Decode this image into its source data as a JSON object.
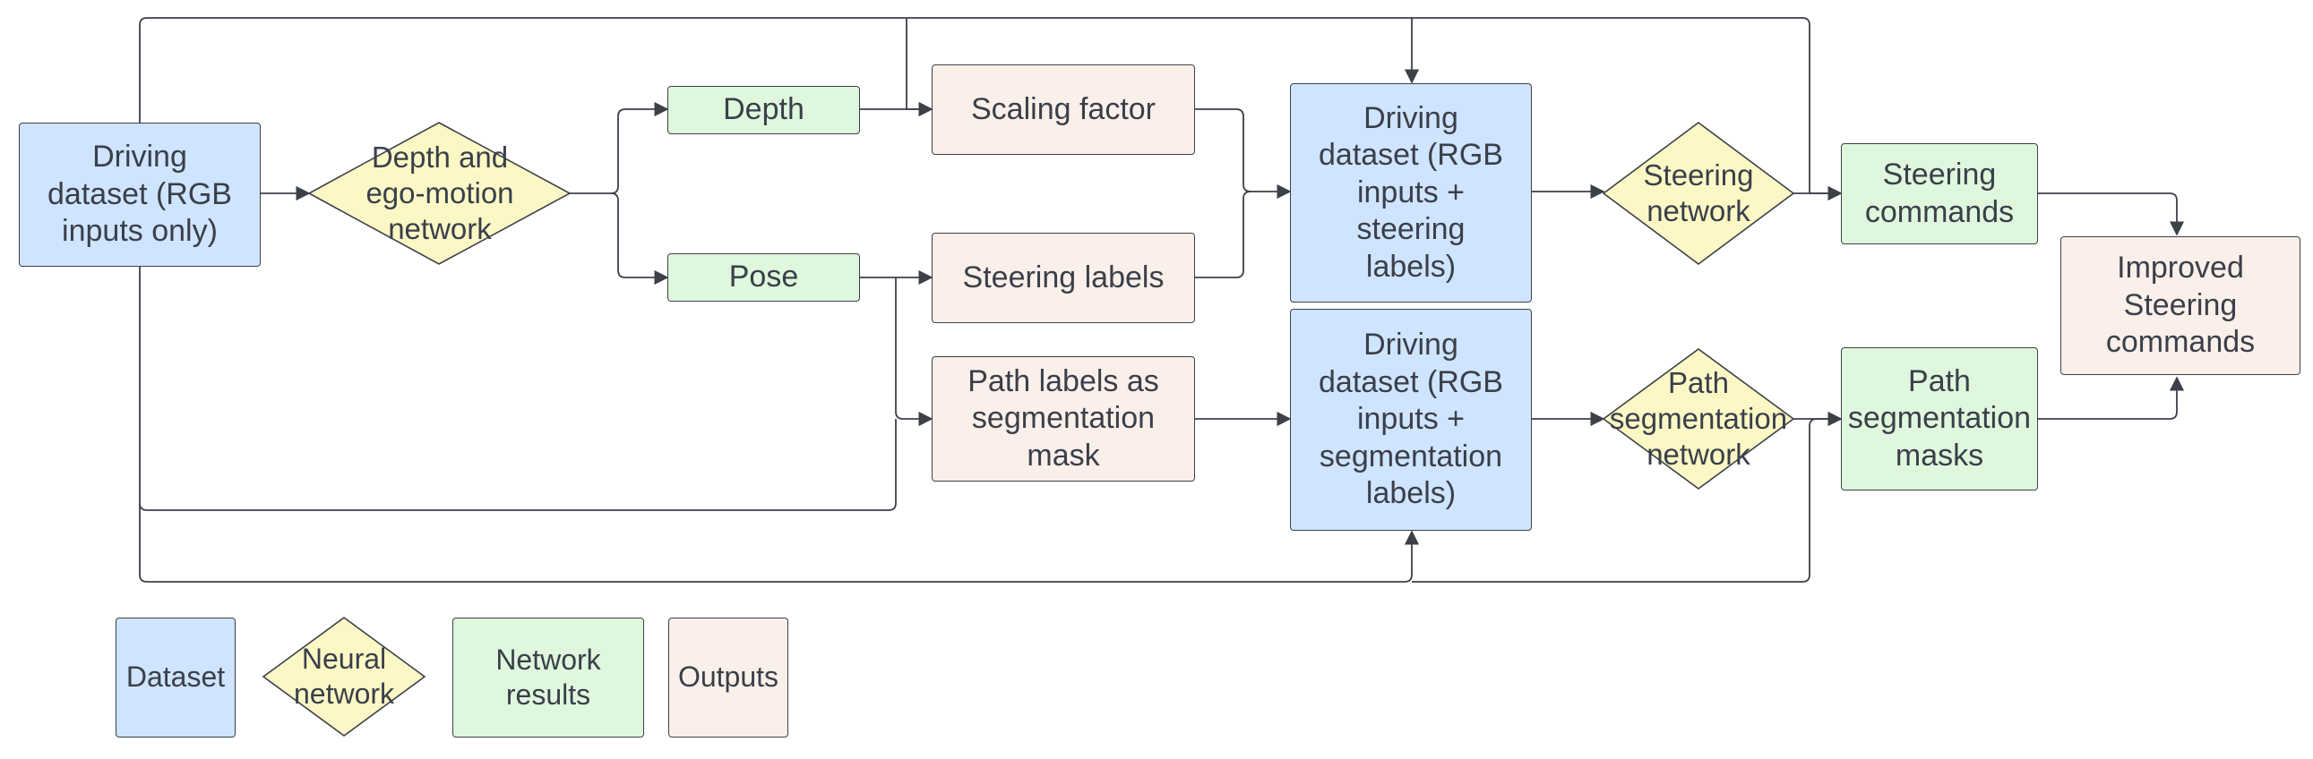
{
  "colors": {
    "dataset": "#cfe4ff",
    "neural_network": "#fbf8c5",
    "network_results": "#dff7dd",
    "outputs": "#fbefe9",
    "edge": "#3c4049"
  },
  "nodes": {
    "driving_dataset_rgb": "Driving\ndataset (RGB\ninputs only)",
    "depth_ego_network": "Depth and\nego-motion\nnetwork",
    "depth": "Depth",
    "pose": "Pose",
    "scaling_factor": "Scaling factor",
    "steering_labels": "Steering labels",
    "path_labels": "Path labels as\nsegmentation\nmask",
    "dataset_steering": "Driving\ndataset (RGB\ninputs +\nsteering\nlabels)",
    "dataset_segmentation": "Driving\ndataset (RGB\ninputs +\nsegmentation\nlabels)",
    "steering_network": "Steering\nnetwork",
    "path_segmentation_network": "Path\nsegmentation\nnetwork",
    "steering_commands": "Steering\ncommands",
    "path_segmentation_masks": "Path\nsegmentation\nmasks",
    "improved_steering": "Improved\nSteering\ncommands"
  },
  "legend": {
    "dataset": "Dataset",
    "neural_network": "Neural\nnetwork",
    "network_results": "Network\nresults",
    "outputs": "Outputs"
  }
}
